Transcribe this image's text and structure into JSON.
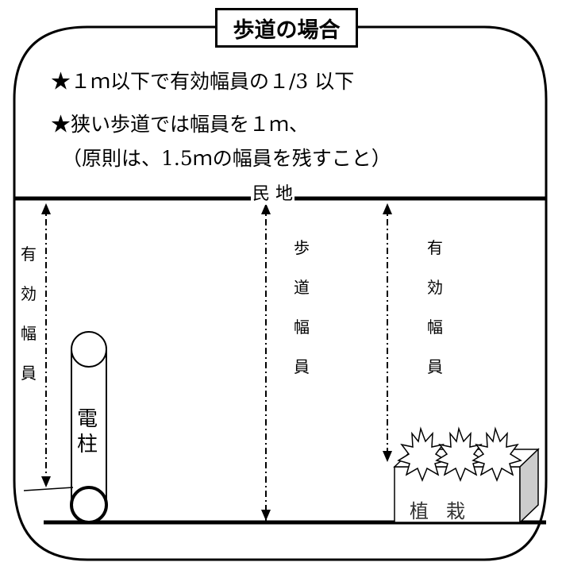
{
  "title": "歩道の場合",
  "notes": {
    "line1": "★１ｍ以下で有効幅員の１/3 以下",
    "line2": "★狭い歩道では幅員を１ｍ、",
    "line3": "（原則は、1.5ｍの幅員を残すこと）"
  },
  "labels": {
    "private_land": "民 地",
    "left_effective_width": [
      "有",
      "効",
      "幅",
      "員"
    ],
    "sidewalk_width": [
      "歩",
      "道",
      "幅",
      "員"
    ],
    "right_effective_width": [
      "有",
      "効",
      "幅",
      "員"
    ],
    "utility_pole": [
      "電",
      "柱"
    ],
    "planter": "植栽"
  }
}
